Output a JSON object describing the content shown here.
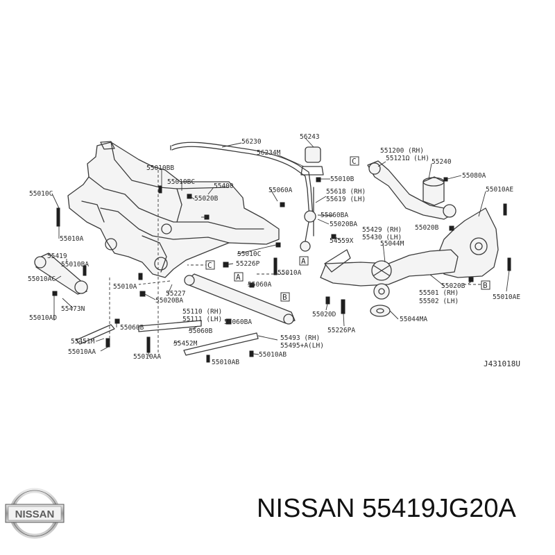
{
  "diagram": {
    "code": "J431018U",
    "callouts": [
      {
        "id": "c1",
        "text": "56230"
      },
      {
        "id": "c2",
        "text": "56243"
      },
      {
        "id": "c3",
        "text": "56234M"
      },
      {
        "id": "c4",
        "text": "55010B"
      },
      {
        "id": "c5",
        "text": "551200 (RH)"
      },
      {
        "id": "c6",
        "text": "55121Ω (LH)"
      },
      {
        "id": "c7",
        "text": "55240"
      },
      {
        "id": "c8",
        "text": "55080A"
      },
      {
        "id": "c9",
        "text": "55010AE"
      },
      {
        "id": "c10",
        "text": "55010BB"
      },
      {
        "id": "c11",
        "text": "55010BC"
      },
      {
        "id": "c12",
        "text": "55400"
      },
      {
        "id": "c13",
        "text": "55060A"
      },
      {
        "id": "c14",
        "text": "55618 (RH)"
      },
      {
        "id": "c15",
        "text": "55619 (LH)"
      },
      {
        "id": "c16",
        "text": "55010C"
      },
      {
        "id": "c17",
        "text": "55020B"
      },
      {
        "id": "c18",
        "text": "55060BA"
      },
      {
        "id": "c19",
        "text": "55020BA"
      },
      {
        "id": "c20",
        "text": "55020B"
      },
      {
        "id": "c21",
        "text": "55010A"
      },
      {
        "id": "c22",
        "text": "55429 (RH)"
      },
      {
        "id": "c23",
        "text": "55430 (LH)"
      },
      {
        "id": "c24",
        "text": "54559X"
      },
      {
        "id": "c25",
        "text": "55044M"
      },
      {
        "id": "c26",
        "text": "55419"
      },
      {
        "id": "c27",
        "text": "55010BA"
      },
      {
        "id": "c28",
        "text": "55010C"
      },
      {
        "id": "c29",
        "text": "55226P"
      },
      {
        "id": "c30",
        "text": "55010AC"
      },
      {
        "id": "c31",
        "text": "55010A"
      },
      {
        "id": "c32",
        "text": "55010A"
      },
      {
        "id": "c33",
        "text": "55060A"
      },
      {
        "id": "c34",
        "text": "55020B"
      },
      {
        "id": "c35",
        "text": "55501 (RH)"
      },
      {
        "id": "c36",
        "text": "55502 (LH)"
      },
      {
        "id": "c37",
        "text": "55010AE"
      },
      {
        "id": "c38",
        "text": "55227"
      },
      {
        "id": "c39",
        "text": "55020BA"
      },
      {
        "id": "c40",
        "text": "55473N"
      },
      {
        "id": "c41",
        "text": "55010AD"
      },
      {
        "id": "c42",
        "text": "55110 (RH)"
      },
      {
        "id": "c43",
        "text": "55111 (LH)"
      },
      {
        "id": "c44",
        "text": "55060BA"
      },
      {
        "id": "c45",
        "text": "55020D"
      },
      {
        "id": "c46",
        "text": "55044MA"
      },
      {
        "id": "c47",
        "text": "55226PA"
      },
      {
        "id": "c48",
        "text": "55060B"
      },
      {
        "id": "c49",
        "text": "55060B"
      },
      {
        "id": "c50",
        "text": "55451M"
      },
      {
        "id": "c51",
        "text": "55452M"
      },
      {
        "id": "c52",
        "text": "55493 (RH)"
      },
      {
        "id": "c53",
        "text": "55495+A(LH)"
      },
      {
        "id": "c54",
        "text": "55010AA"
      },
      {
        "id": "c55",
        "text": "55010AA"
      },
      {
        "id": "c56",
        "text": "55010AB"
      },
      {
        "id": "c57",
        "text": "55010AB"
      }
    ],
    "refs": [
      {
        "id": "r1",
        "text": "C"
      },
      {
        "id": "r2",
        "text": "C"
      },
      {
        "id": "r3",
        "text": "A"
      },
      {
        "id": "r4",
        "text": "A"
      },
      {
        "id": "r5",
        "text": "B"
      },
      {
        "id": "r6",
        "text": "B"
      }
    ]
  },
  "footer": {
    "brand": "NISSAN",
    "part_number": "NISSAN 55419JG20A"
  }
}
